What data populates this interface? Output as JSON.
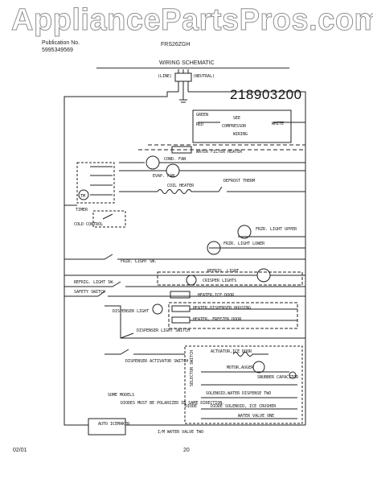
{
  "watermark": "AppliancePartsPros.com",
  "header": {
    "publication_label": "Publication No.",
    "publication_number": "5995349569",
    "model": "FRS26ZGH",
    "title": "WIRING SCHEMATIC"
  },
  "part_number": "218903200",
  "supply": {
    "line": "(LINE)",
    "neutral": "(NEUTRAL)"
  },
  "compressor_box": {
    "green": "GREEN",
    "red": "RED",
    "see": "SEE",
    "compressor": "COMPRESSOR",
    "wiring": "WIRING",
    "white": "WHITE"
  },
  "labels": {
    "water_filter_heater": "WATER FILTER HEATER",
    "cond_fan": "COND. FAN",
    "evap_fan": "EVAP. FAN",
    "coil_heater": "COIL HEATER",
    "defrost_therm": "DEFROST THERM",
    "timer": "TIMER",
    "tm": "TM",
    "cold_control": "COLD CONTROL",
    "fzr_light_upper": "FRZR. LIGHT UPPER",
    "fzr_light_lower": "FRZR. LIGHT LOWER",
    "frzr_light_sw": "FRZR. LIGHT SW.",
    "refrig_light": "REFRIG. LIGHT",
    "refrig_light_sw": "REFRIG. LIGHT SW.",
    "crisper_lights": "CRISPER LIGHTS",
    "safety_switch": "SAFETY SWITCH",
    "heater_ice_door": "HEATER,ICE DOOR",
    "dispenser_light": "DISPENSER LIGHT",
    "heater_dispenser_housing": "HEATER,DISPENSER HOUSING",
    "heater_freezer_door": "HEATER, FREEZER DOOR",
    "dispenser_light_switch": "DISPENSER LIGHT SWITCH",
    "dispenser_actuator_switch": "DISPENSER ACTIVATOR SWITCH",
    "actuator_ice_door": "ACTUATOR,ICE DOOR",
    "selector_switch": "SELECTOR SWITCH",
    "motor_auger": "MOTOR,AUGER",
    "snubber_capacitor": "SNUBBER CAPACITOR",
    "solenoid_water_dispense_two": "SOLENOID,WATER DISPENSE TWO",
    "diode": "DIODE",
    "diode_solenoid_ice_crusher": "DIODE SOLENOID, ICE CRUSHER",
    "water_valve_one": "WATER VALVE ONE",
    "auto_icemaker": "AUTO ICEMAKER",
    "im_water_valve_two": "I/M WATER VALVE TWO",
    "some_models": "SOME MODELS",
    "diodes_note": "DIODES MUST BE POLARIZED IN SAME DIRECTION."
  },
  "footer": {
    "date": "02/01",
    "page": "20"
  }
}
